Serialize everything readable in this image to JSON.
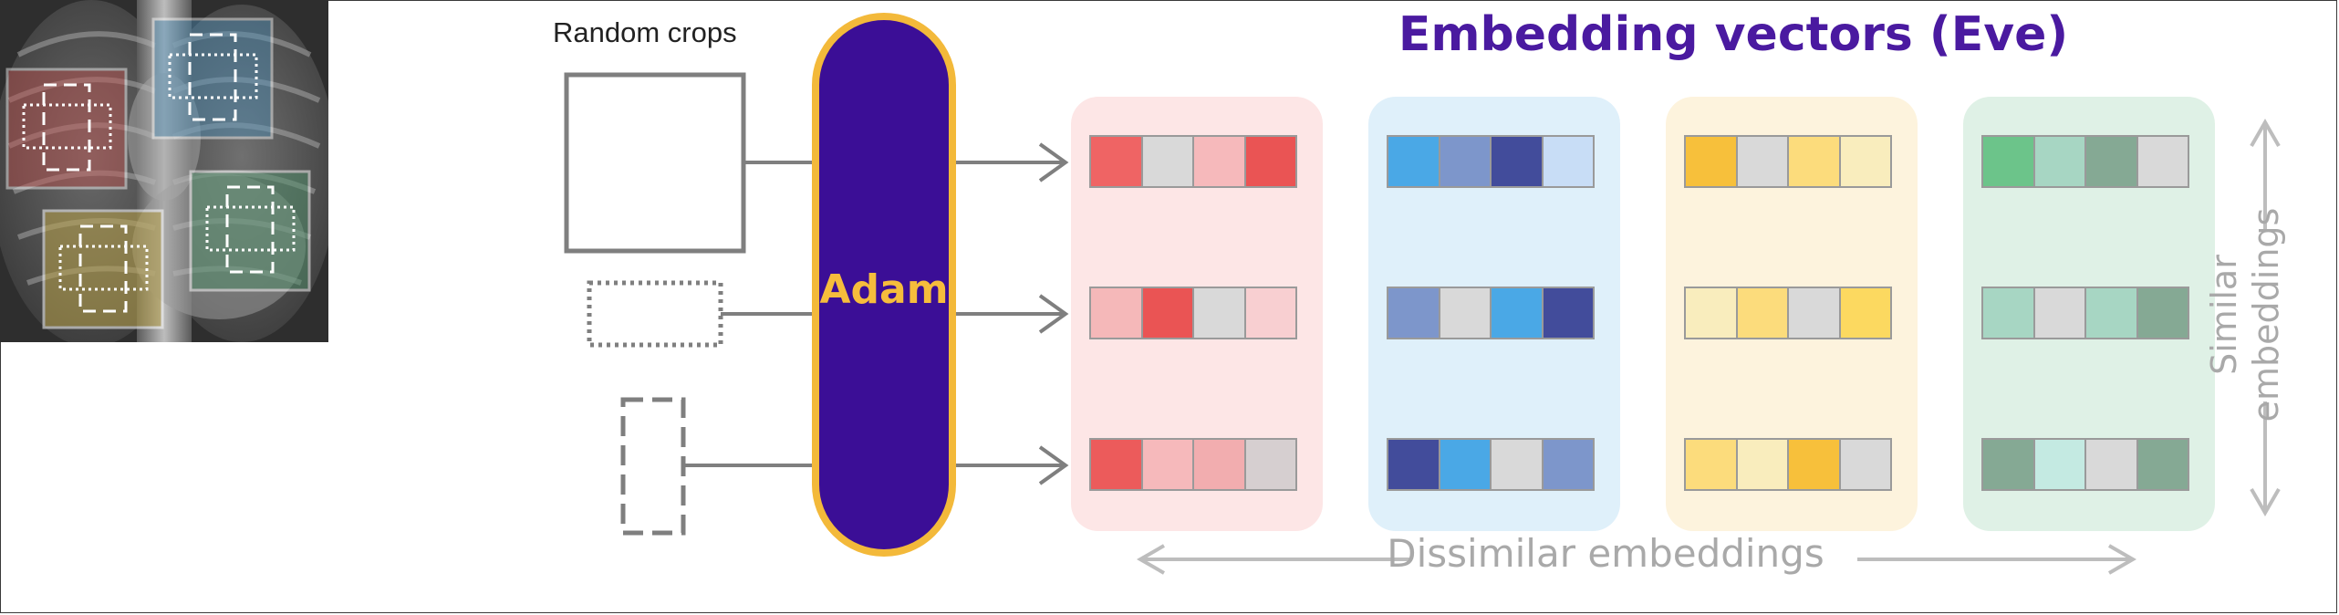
{
  "labels": {
    "random_crops": "Random crops",
    "title": "Embedding vectors (Eve)",
    "encoder": "Adam",
    "dissimilar": "Dissimilar embeddings",
    "similar": "Similar\nembeddings"
  },
  "colors": {
    "encoder_fill": "#3b0e96",
    "encoder_border": "#f3b93a",
    "title": "#4a1aa0",
    "annotation_gray": "#a9a9a9"
  },
  "panels": [
    {
      "name": "red",
      "background": "#fde6e6",
      "vectors": [
        [
          "#ef6464",
          "#d9d9d9",
          "#f6b9bb",
          "#ea5454"
        ],
        [
          "#f5b8b9",
          "#ea5454",
          "#d9d9d9",
          "#f8cfd1"
        ],
        [
          "#ec5b5b",
          "#f6b9bb",
          "#f2adaf",
          "#d6cfd0"
        ]
      ]
    },
    {
      "name": "blue",
      "background": "#dff0fa",
      "vectors": [
        [
          "#4aa8e6",
          "#7d96cb",
          "#424c9b",
          "#c8ddf6"
        ],
        [
          "#7d96cb",
          "#d9d9d9",
          "#4aa8e6",
          "#424c9b"
        ],
        [
          "#424c9b",
          "#4aa8e6",
          "#d9d9d9",
          "#7d96cb"
        ]
      ]
    },
    {
      "name": "yellow",
      "background": "#fdf3dd",
      "vectors": [
        [
          "#f7c03b",
          "#d9d9d9",
          "#fcdc7c",
          "#f9edbd"
        ],
        [
          "#f9edbd",
          "#fcdc7c",
          "#d9d9d9",
          "#fcd960"
        ],
        [
          "#fcdc7c",
          "#f9edbd",
          "#f7c03b",
          "#d9d9d9"
        ]
      ]
    },
    {
      "name": "green",
      "background": "#dff1e6",
      "vectors": [
        [
          "#6cc48a",
          "#a7d6c3",
          "#85a994",
          "#d9d9d9"
        ],
        [
          "#a7d6c3",
          "#d9d9d9",
          "#a7d6c3",
          "#85a994"
        ],
        [
          "#85a994",
          "#c4eae2",
          "#d9d9d9",
          "#85a994"
        ]
      ]
    }
  ]
}
